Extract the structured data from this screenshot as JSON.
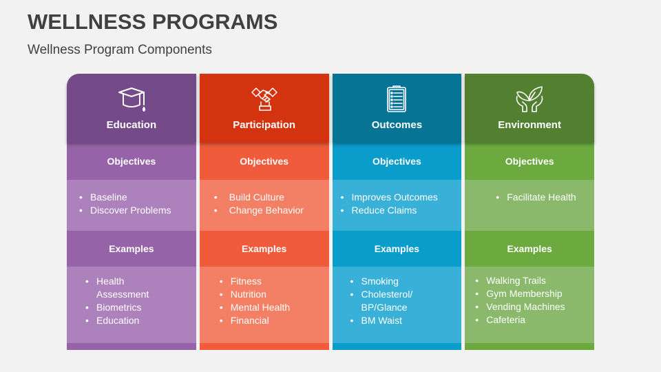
{
  "slide": {
    "title": "WELLNESS PROGRAMS",
    "subtitle": "Wellness Program Components"
  },
  "columns": [
    {
      "name": "Education",
      "icon": "graduation-cap-icon",
      "colors": {
        "head": "#744a88",
        "label": "#9763a8",
        "box": "#ad82bc"
      },
      "objectives_label": "Objectives",
      "objectives": [
        "Baseline",
        "Discover Problems"
      ],
      "examples_label": "Examples",
      "examples": [
        "Health Assessment",
        "Biometrics",
        "Education"
      ]
    },
    {
      "name": "Participation",
      "icon": "handshake-icon",
      "colors": {
        "head": "#d3330f",
        "label": "#f05c3b",
        "box": "#f37f64"
      },
      "objectives_label": "Objectives",
      "objectives": [
        "Build Culture",
        "Change Behavior"
      ],
      "examples_label": "Examples",
      "examples": [
        "Fitness",
        "Nutrition",
        "Mental Health",
        "Financial"
      ]
    },
    {
      "name": "Outcomes",
      "icon": "clipboard-checklist-icon",
      "colors": {
        "head": "#077495",
        "label": "#0a9ccb",
        "box": "#39b0d7"
      },
      "objectives_label": "Objectives",
      "objectives": [
        "Improves Outcomes",
        "Reduce Claims"
      ],
      "examples_label": "Examples",
      "examples": [
        "Smoking",
        "Cholesterol/ BP/Glance",
        "BM Waist"
      ]
    },
    {
      "name": "Environment",
      "icon": "hands-holding-plant-icon",
      "colors": {
        "head": "#537f31",
        "label": "#6caa40",
        "box": "#8ab96b"
      },
      "objectives_label": "Objectives",
      "objectives": [
        "Facilitate Health"
      ],
      "examples_label": "Examples",
      "examples": [
        "Walking Trails",
        "Gym Membership",
        "Vending Machines",
        "Cafeteria"
      ]
    }
  ]
}
